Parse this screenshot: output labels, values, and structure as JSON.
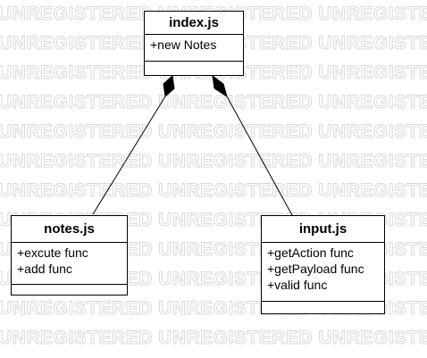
{
  "watermark": "UNREGISTERED UNREGISTERED UNREGISTERED",
  "classes": {
    "index": {
      "name": "index.js",
      "attributes": [
        "+new Notes"
      ]
    },
    "notes": {
      "name": "notes.js",
      "attributes": [
        "+excute func",
        "+add func"
      ]
    },
    "input": {
      "name": "input.js",
      "attributes": [
        "+getAction func",
        "+getPayload func",
        "+valid func"
      ]
    }
  },
  "relations": [
    {
      "from": "index.js",
      "to": "notes.js",
      "type": "composition"
    },
    {
      "from": "index.js",
      "to": "input.js",
      "type": "composition"
    }
  ]
}
